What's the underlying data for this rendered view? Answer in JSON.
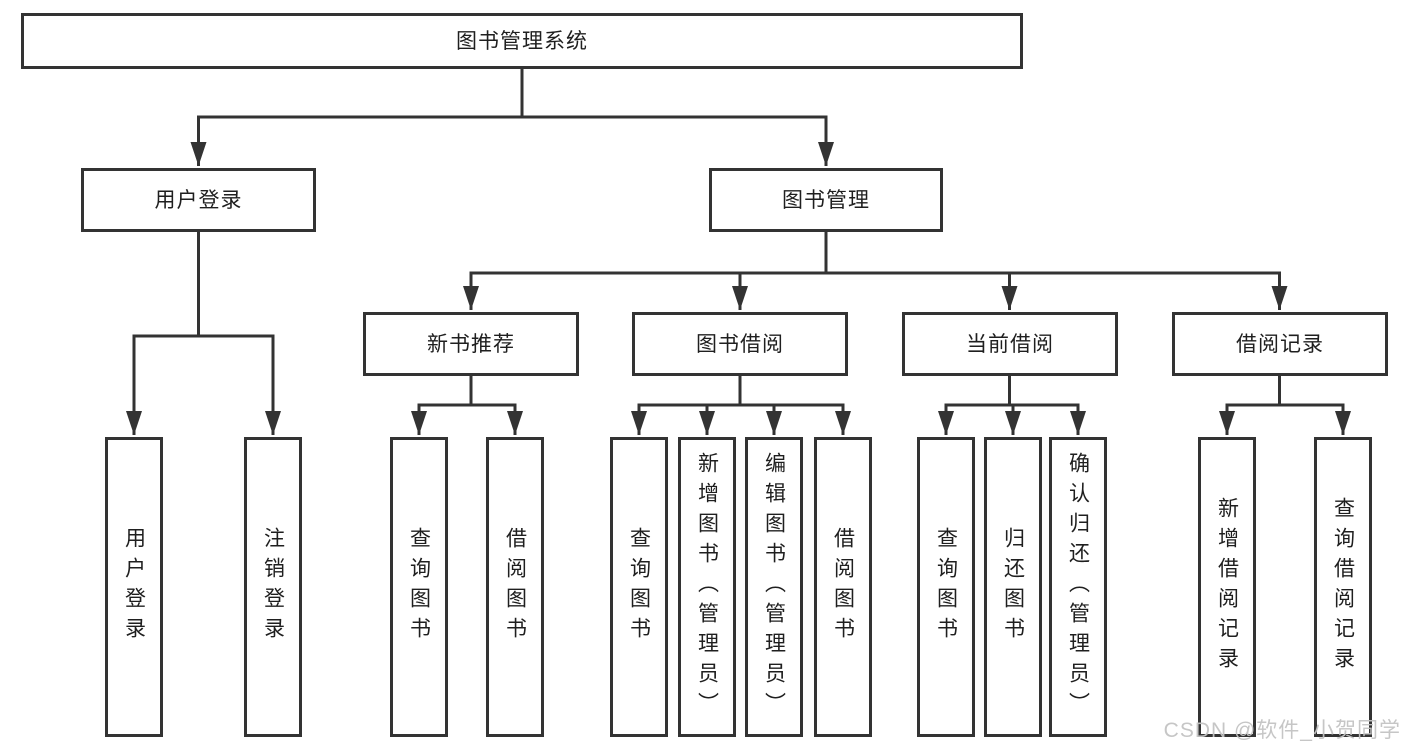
{
  "diagram": {
    "root_label": "图书管理系统",
    "level2": [
      {
        "label": "用户登录",
        "children": [
          {
            "label": "用户登录"
          },
          {
            "label": "注销登录"
          }
        ]
      },
      {
        "label": "图书管理",
        "children": [
          {
            "label": "新书推荐",
            "children": [
              {
                "label": "查询图书"
              },
              {
                "label": "借阅图书"
              }
            ]
          },
          {
            "label": "图书借阅",
            "children": [
              {
                "label": "查询图书"
              },
              {
                "label": "新增图书（管理员）"
              },
              {
                "label": "编辑图书（管理员）"
              },
              {
                "label": "借阅图书"
              }
            ]
          },
          {
            "label": "当前借阅",
            "children": [
              {
                "label": "查询图书"
              },
              {
                "label": "归还图书"
              },
              {
                "label": "确认归还（管理员）"
              }
            ]
          },
          {
            "label": "借阅记录",
            "children": [
              {
                "label": "新增借阅记录"
              },
              {
                "label": "查询借阅记录"
              }
            ]
          }
        ]
      }
    ],
    "watermark": "CSDN @软件_小贺同学",
    "colors": {
      "line": "#333333",
      "text": "#1f1f1f",
      "box_background": "#ffffff",
      "watermark": "#c3c3c3",
      "background": "#ffffff"
    }
  }
}
